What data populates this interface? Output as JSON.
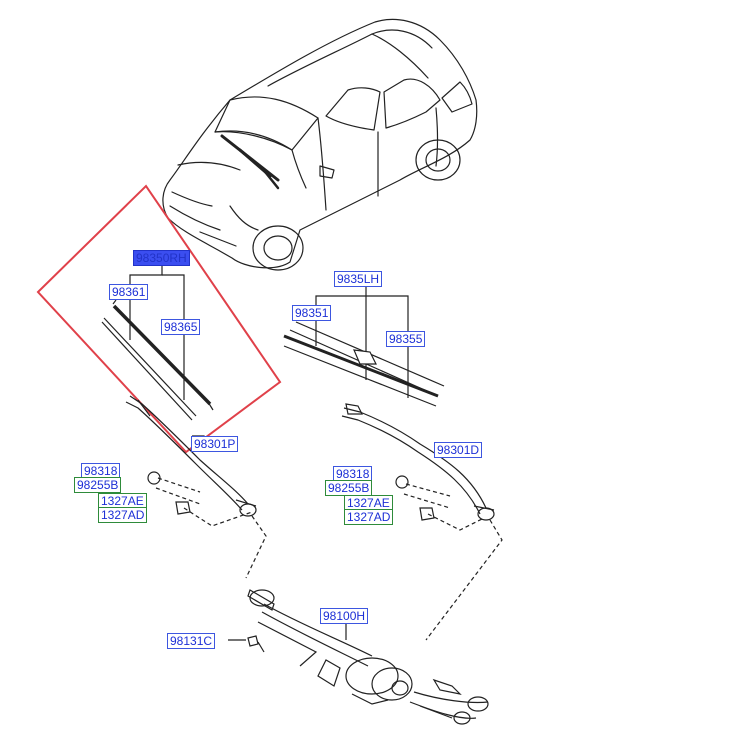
{
  "diagram": {
    "colors": {
      "line": "#1a1a1a",
      "label_text": "#1c2fd6",
      "label_border_blue": "#3d56e0",
      "label_border_green": "#2e8b3a",
      "highlight_fill": "#3b4ef0",
      "selection_box": "#e0414a"
    },
    "labels": {
      "blade_rh": "98350RH",
      "blade_rh_insert_a": "98361",
      "blade_rh_insert_b": "98365",
      "blade_lh": "9835LH",
      "blade_lh_insert_a": "98351",
      "blade_lh_insert_b": "98355",
      "arm_passenger": "98301P",
      "arm_driver": "98301D",
      "cap_left": "98318",
      "cover_left": "98255B",
      "nut_left_a": "1327AE",
      "nut_left_b": "1327AD",
      "cap_right": "98318",
      "cover_right": "98255B",
      "nut_right_a": "1327AE",
      "nut_right_b": "1327AD",
      "linkage_motor": "98100H",
      "bolt": "98131C"
    }
  }
}
